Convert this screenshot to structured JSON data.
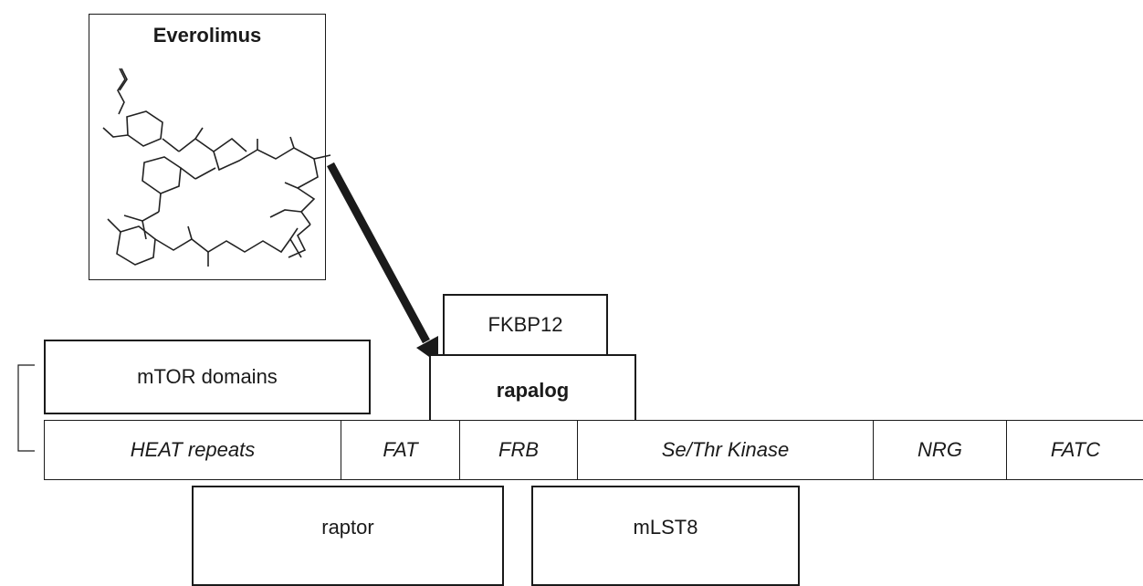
{
  "drug": {
    "name": "Everolimus"
  },
  "legend": {
    "label": "mTOR domains"
  },
  "complex": {
    "fkbp": "FKBP12",
    "rapalog": "rapalog"
  },
  "domains": [
    {
      "label": "HEAT repeats"
    },
    {
      "label": "FAT"
    },
    {
      "label": "FRB"
    },
    {
      "label": "Se/Thr Kinase"
    },
    {
      "label": "NRG"
    },
    {
      "label": "FATC"
    }
  ],
  "partners": {
    "raptor": "raptor",
    "mlst8": "mLST8"
  }
}
